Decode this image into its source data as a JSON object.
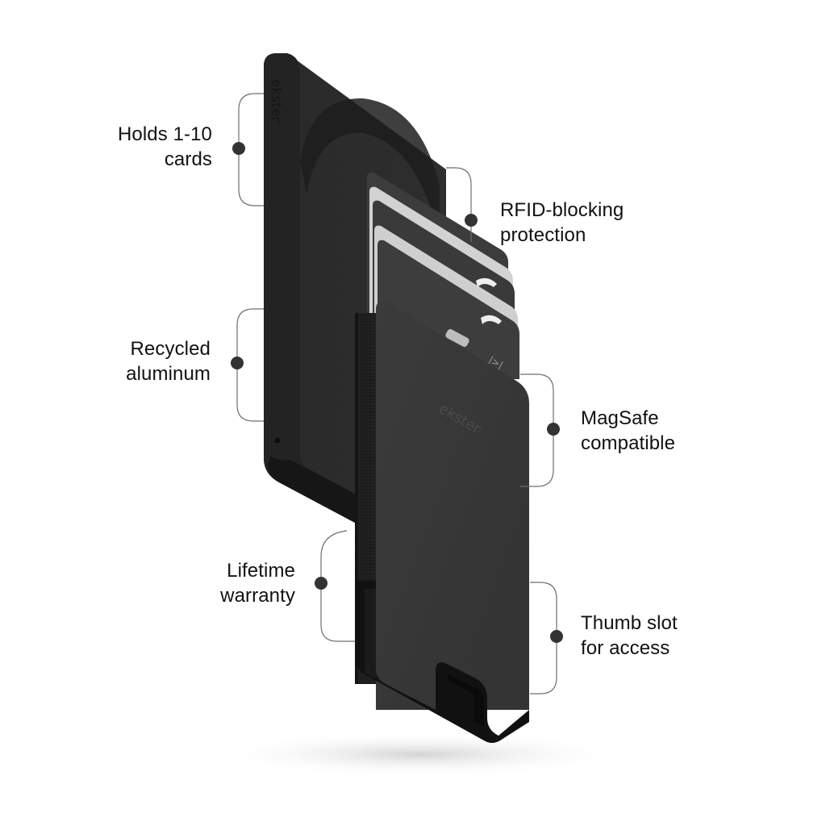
{
  "product": {
    "brand_mark_top": "ekster",
    "brand_mark_card": "ekster",
    "colors": {
      "background": "#ffffff",
      "body_dark": "#2b2b2b",
      "body_edge": "#1c1c1c",
      "card_dark": "#3a3a3a",
      "card_silver": "#d9d9d9",
      "text": "#111111",
      "connector_line": "#6e6e6e",
      "connector_dot": "#333333"
    }
  },
  "features": [
    {
      "id": "capacity",
      "side": "left",
      "line1": "Holds 1-10",
      "line2": "cards"
    },
    {
      "id": "rfid",
      "side": "right",
      "line1": "RFID-blocking",
      "line2": "protection"
    },
    {
      "id": "material",
      "side": "left",
      "line1": "Recycled",
      "line2": "aluminum"
    },
    {
      "id": "magsafe",
      "side": "right",
      "line1": "MagSafe",
      "line2": "compatible"
    },
    {
      "id": "warranty",
      "side": "left",
      "line1": "Lifetime",
      "line2": "warranty"
    },
    {
      "id": "thumb-slot",
      "side": "right",
      "line1": "Thumb slot",
      "line2": "for access"
    }
  ]
}
